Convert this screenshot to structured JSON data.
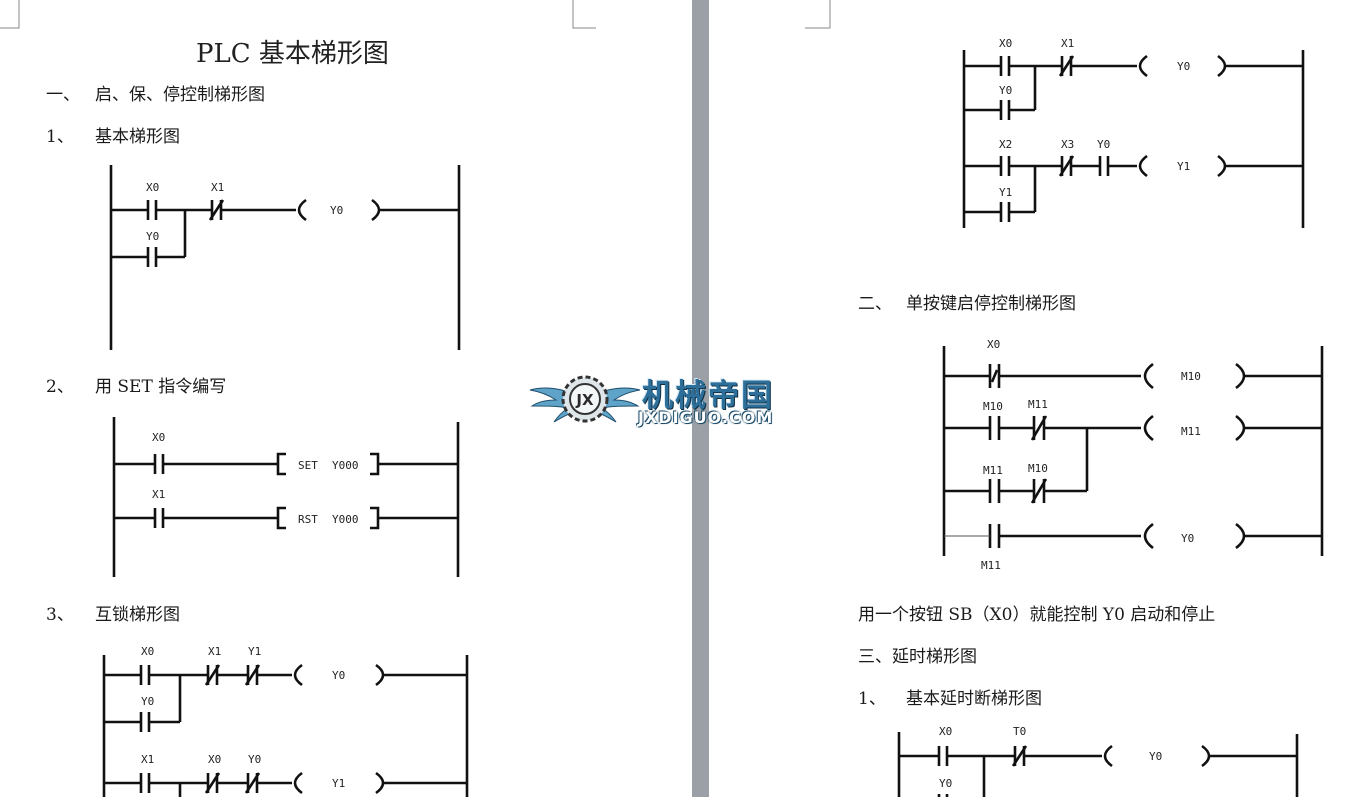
{
  "left_page": {
    "title": "PLC 基本梯形图",
    "section1": {
      "num": "一、",
      "text": "启、保、停控制梯形图"
    },
    "item1": {
      "num": "1、",
      "text": "基本梯形图"
    },
    "item2": {
      "num": "2、",
      "text": "用 SET 指令编写"
    },
    "item3": {
      "num": "3、",
      "text": "互锁梯形图"
    },
    "diagram1": {
      "x0": "X0",
      "x1": "X1",
      "y0_contact": "Y0",
      "coil": "Y0"
    },
    "diagram2": {
      "x0": "X0",
      "x1": "X1",
      "set_op": "SET",
      "set_target": "Y000",
      "rst_op": "RST",
      "rst_target": "Y000"
    },
    "diagram3": {
      "r1_a": "X0",
      "r1_b": "X1",
      "r1_c": "Y1",
      "r1_coil": "Y0",
      "r1_branch": "Y0",
      "r2_a": "X1",
      "r2_b": "X0",
      "r2_c": "Y0",
      "r2_coil": "Y1"
    }
  },
  "right_page": {
    "section2": {
      "num": "二、",
      "text": "单按键启停控制梯形图"
    },
    "caption": "用一个按钮 SB（X0）就能控制 Y0 启动和停止",
    "section3": {
      "text": "三、延时梯形图"
    },
    "item1": {
      "num": "1、",
      "text": "基本延时断梯形图"
    },
    "diagram_top": {
      "r1_a": "X0",
      "r1_b": "X1",
      "r1_coil": "Y0",
      "r1_branch": "Y0",
      "r2_a": "X2",
      "r2_b": "X3",
      "r2_c": "Y0",
      "r2_coil": "Y1",
      "r2_branch": "Y1"
    },
    "diagram_single": {
      "x0": "X0",
      "m10": "M10",
      "m11": "M11",
      "r2_a": "M10",
      "r2_b": "M11",
      "r3_a": "M11",
      "r3_b": "M10",
      "r4_a": "M11",
      "y0": "Y0"
    },
    "diagram_delay": {
      "x0": "X0",
      "t0": "T0",
      "coil": "Y0",
      "branch": "Y0"
    }
  },
  "watermark": {
    "title": "机械帝国",
    "url": "JXDIGUO.COM",
    "badge": "JX"
  }
}
